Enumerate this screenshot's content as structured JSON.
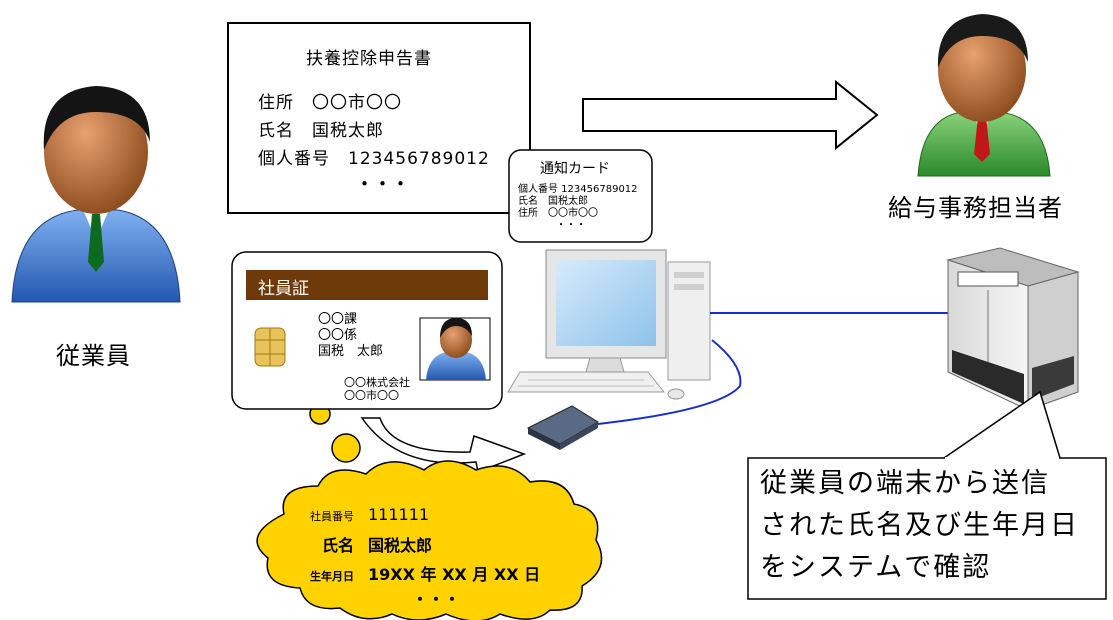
{
  "people": {
    "employee_label": "従業員",
    "payroll_label": "給与事務担当者"
  },
  "declaration": {
    "title": "扶養控除申告書",
    "address_label": "住所",
    "address_value": "〇〇市〇〇",
    "name_label": "氏名",
    "name_value": "国税太郎",
    "number_label": "個人番号",
    "number_value": "123456789012",
    "ellipsis": "・・・"
  },
  "notification_card": {
    "title": "通知カード",
    "number_line": "個人番号 123456789012",
    "name_line": "氏名　国税太郎",
    "address_line": "住所　〇〇市〇〇",
    "ellipsis": "・・・"
  },
  "employee_id_card": {
    "header": "社員証",
    "division": "〇〇課",
    "section": "〇〇係",
    "name": "国税　太郎",
    "company": "〇〇株式会社",
    "city": "〇〇市〇〇"
  },
  "thought_cloud": {
    "employee_number_label": "社員番号",
    "employee_number_value": "111111",
    "name_label": "氏名",
    "name_value": "国税太郎",
    "birthdate_label": "生年月日",
    "birthdate_value": "19XX 年 XX 月 XX 日",
    "ellipsis": "・・・"
  },
  "callout": {
    "line1": "従業員の端末から送信",
    "line2": "された氏名及び生年月日",
    "line3": "をシステムで確認"
  },
  "colors": {
    "card_header": "#6e3a0a",
    "cloud_fill": "#ffd200",
    "bubble_fill": "#ffd200",
    "cable": "#1a2fc8",
    "employee_suit": "#3f7fd0",
    "payroll_suit": "#3aa33a"
  },
  "icons": {
    "employee": "person-blue-suit-icon",
    "payroll": "person-green-suit-icon",
    "computer": "desktop-computer-icon",
    "reader": "card-reader-icon",
    "server": "server-rack-icon",
    "chip": "ic-chip-icon"
  }
}
